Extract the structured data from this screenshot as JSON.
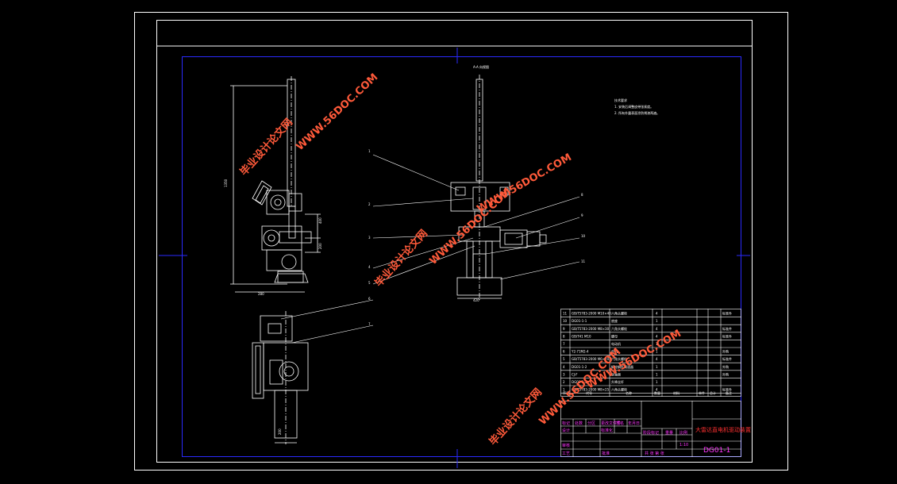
{
  "colors": {
    "background": "#000000",
    "lines": "#ffffff",
    "inner_border": "#2a2aff",
    "titleblock_magenta": "#ff36ff",
    "title_red": "#ff3030",
    "watermark": "#ff5a3a"
  },
  "view_title": "A-A 向视图",
  "tech_requirements": {
    "title": "技术要求",
    "lines": [
      "1. 安装后调整皮带张紧度。",
      "2. 所有外露表面涂防锈漆两遍。"
    ]
  },
  "dimensions": {
    "left_height": "1350",
    "left_base": "280",
    "left_pitch_upper": "400",
    "left_pitch_lower": "200",
    "bottom_width": "200",
    "mid_base": "420"
  },
  "part_numbers": [
    "1",
    "2",
    "3",
    "4",
    "5",
    "6",
    "7",
    "8",
    "9",
    "10",
    "11"
  ],
  "parts_list": {
    "rows": [
      {
        "no": "11",
        "code": "GB/T5783-2000 M10×40",
        "name": "六角头螺栓",
        "qty": "4",
        "note": "标准件"
      },
      {
        "no": "10",
        "code": "DG01-1-1",
        "name": "底座",
        "qty": "1",
        "note": ""
      },
      {
        "no": "9",
        "code": "GB/T5783-2000 M8×30",
        "name": "六角头螺栓",
        "qty": "4",
        "note": "标准件"
      },
      {
        "no": "8",
        "code": "GB/T41 M10",
        "name": "螺母",
        "qty": "4",
        "note": "标准件"
      },
      {
        "no": "7",
        "code": "",
        "name": "电动机",
        "qty": "1",
        "note": ""
      },
      {
        "no": "6",
        "code": "Y2-71M2-4",
        "name": "电机",
        "qty": "1",
        "note": "外购"
      },
      {
        "no": "5",
        "code": "GB/T5783-2000 M6×20",
        "name": "六角头螺栓",
        "qty": "4",
        "note": "标准件"
      },
      {
        "no": "4",
        "code": "DG01-1-2",
        "name": "蜗轮蜗杆减速器",
        "qty": "1",
        "note": "外购"
      },
      {
        "no": "3",
        "code": "CJ-F",
        "name": "联轴器",
        "qty": "1",
        "note": "外购"
      },
      {
        "no": "2",
        "code": "DG01-1-3",
        "name": "升降丝杆",
        "qty": "1",
        "note": ""
      },
      {
        "no": "1",
        "code": "GB/T5783-2000 M8×25",
        "name": "六角头螺栓",
        "qty": "4",
        "note": "标准件"
      }
    ],
    "header": {
      "no": "序号",
      "code": "代号",
      "name": "名称",
      "qty": "数量",
      "material": "材料",
      "unit_weight": "单件",
      "total_weight": "总计",
      "note": "备注"
    }
  },
  "title_block": {
    "drawing_title": "大雷达直电机驱动装置",
    "drawing_number": "DG01-1",
    "labels": {
      "mark": "标记",
      "count": "处数",
      "zone": "分区",
      "change_doc": "更改文件号",
      "sign": "签名",
      "date": "年月日",
      "design": "设计",
      "standardize": "标准化",
      "review": "审核",
      "craft": "工艺",
      "approve": "批准",
      "stage_mark": "阶段标记",
      "weight": "重量",
      "scale": "比例",
      "sheet": "共 张 第 张"
    },
    "scale_value": "1:10"
  },
  "watermark": {
    "brand": "毕业设计论文网",
    "url": "WWW.56DOC.COM"
  }
}
